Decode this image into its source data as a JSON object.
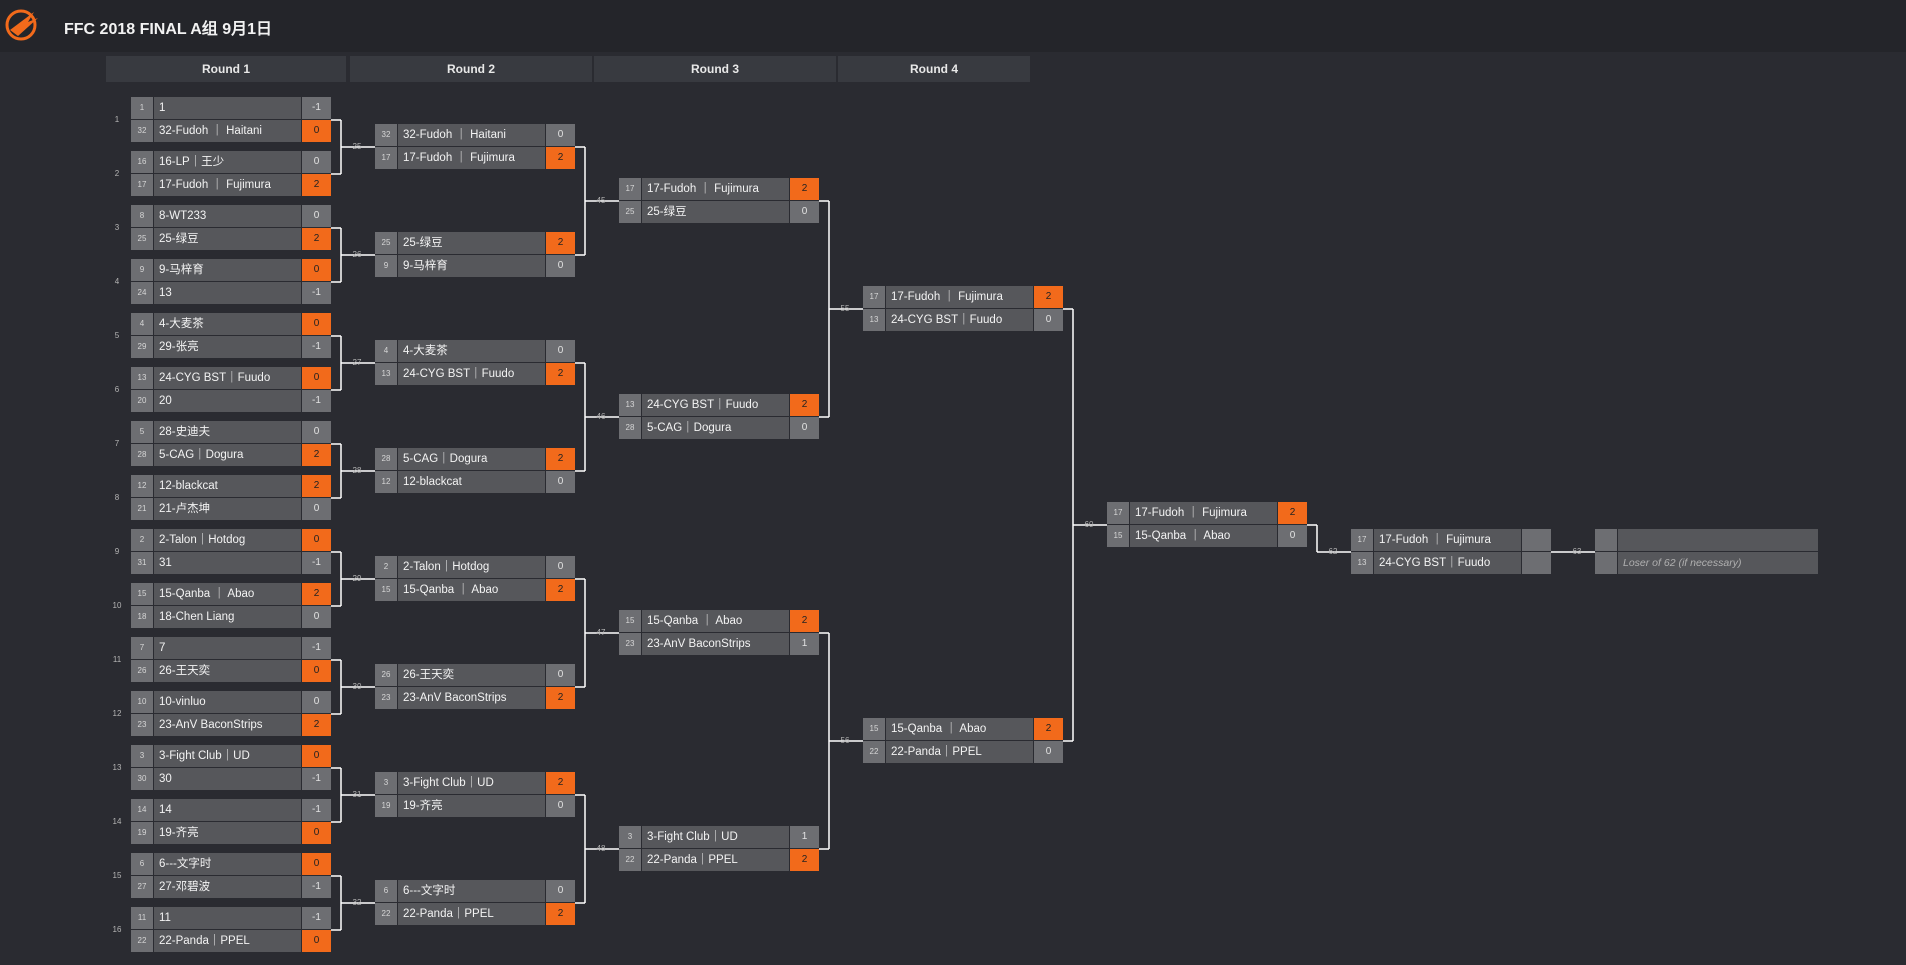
{
  "header": {
    "title": "FFC 2018 FINAL A组 9月1日"
  },
  "rounds": [
    "Round 1",
    "Round 2",
    "Round 3",
    "Round 4"
  ],
  "matches": {
    "m1": {
      "num": "1",
      "rows": [
        {
          "seed": "1",
          "name": "1",
          "score": "-1",
          "win": false
        },
        {
          "seed": "32",
          "name": "32-Fudoh ｜ Haitani",
          "score": "0",
          "win": true
        }
      ]
    },
    "m2": {
      "num": "2",
      "rows": [
        {
          "seed": "16",
          "name": "16-LP｜王少",
          "score": "0",
          "win": false
        },
        {
          "seed": "17",
          "name": "17-Fudoh ｜ Fujimura",
          "score": "2",
          "win": true
        }
      ]
    },
    "m3": {
      "num": "3",
      "rows": [
        {
          "seed": "8",
          "name": "8-WT233",
          "score": "0",
          "win": false
        },
        {
          "seed": "25",
          "name": "25-绿豆",
          "score": "2",
          "win": true
        }
      ]
    },
    "m4": {
      "num": "4",
      "rows": [
        {
          "seed": "9",
          "name": "9-马梓育",
          "score": "0",
          "win": true
        },
        {
          "seed": "24",
          "name": "13",
          "score": "-1",
          "win": false
        }
      ]
    },
    "m5": {
      "num": "5",
      "rows": [
        {
          "seed": "4",
          "name": "4-大麦茶",
          "score": "0",
          "win": true
        },
        {
          "seed": "29",
          "name": "29-张亮",
          "score": "-1",
          "win": false
        }
      ]
    },
    "m6": {
      "num": "6",
      "rows": [
        {
          "seed": "13",
          "name": "24-CYG BST｜Fuudo",
          "score": "0",
          "win": true
        },
        {
          "seed": "20",
          "name": "20",
          "score": "-1",
          "win": false
        }
      ]
    },
    "m7": {
      "num": "7",
      "rows": [
        {
          "seed": "5",
          "name": "28-史迪夫",
          "score": "0",
          "win": false
        },
        {
          "seed": "28",
          "name": "5-CAG｜Dogura",
          "score": "2",
          "win": true
        }
      ]
    },
    "m8": {
      "num": "8",
      "rows": [
        {
          "seed": "12",
          "name": "12-blackcat",
          "score": "2",
          "win": true
        },
        {
          "seed": "21",
          "name": "21-卢杰坤",
          "score": "0",
          "win": false
        }
      ]
    },
    "m9": {
      "num": "9",
      "rows": [
        {
          "seed": "2",
          "name": "2-Talon｜Hotdog",
          "score": "0",
          "win": true
        },
        {
          "seed": "31",
          "name": "31",
          "score": "-1",
          "win": false
        }
      ]
    },
    "m10": {
      "num": "10",
      "rows": [
        {
          "seed": "15",
          "name": "15-Qanba ｜ Abao",
          "score": "2",
          "win": true
        },
        {
          "seed": "18",
          "name": "18-Chen Liang",
          "score": "0",
          "win": false
        }
      ]
    },
    "m11": {
      "num": "11",
      "rows": [
        {
          "seed": "7",
          "name": "7",
          "score": "-1",
          "win": false
        },
        {
          "seed": "26",
          "name": "26-王天奕",
          "score": "0",
          "win": true
        }
      ]
    },
    "m12": {
      "num": "12",
      "rows": [
        {
          "seed": "10",
          "name": "10-vinluo",
          "score": "0",
          "win": false
        },
        {
          "seed": "23",
          "name": "23-AnV BaconStrips",
          "score": "2",
          "win": true
        }
      ]
    },
    "m13": {
      "num": "13",
      "rows": [
        {
          "seed": "3",
          "name": "3-Fight Club｜UD",
          "score": "0",
          "win": true
        },
        {
          "seed": "30",
          "name": "30",
          "score": "-1",
          "win": false
        }
      ]
    },
    "m14": {
      "num": "14",
      "rows": [
        {
          "seed": "14",
          "name": "14",
          "score": "-1",
          "win": false
        },
        {
          "seed": "19",
          "name": "19-齐亮",
          "score": "0",
          "win": true
        }
      ]
    },
    "m15": {
      "num": "15",
      "rows": [
        {
          "seed": "6",
          "name": "6---文字时",
          "score": "0",
          "win": true
        },
        {
          "seed": "27",
          "name": "27-邓碧波",
          "score": "-1",
          "win": false
        }
      ]
    },
    "m16": {
      "num": "16",
      "rows": [
        {
          "seed": "11",
          "name": "11",
          "score": "-1",
          "win": false
        },
        {
          "seed": "22",
          "name": "22-Panda｜PPEL",
          "score": "0",
          "win": true
        }
      ]
    },
    "m25": {
      "num": "25",
      "rows": [
        {
          "seed": "32",
          "name": "32-Fudoh ｜ Haitani",
          "score": "0",
          "win": false
        },
        {
          "seed": "17",
          "name": "17-Fudoh ｜ Fujimura",
          "score": "2",
          "win": true
        }
      ]
    },
    "m26": {
      "num": "26",
      "rows": [
        {
          "seed": "25",
          "name": "25-绿豆",
          "score": "2",
          "win": true
        },
        {
          "seed": "9",
          "name": "9-马梓育",
          "score": "0",
          "win": false
        }
      ]
    },
    "m27": {
      "num": "27",
      "rows": [
        {
          "seed": "4",
          "name": "4-大麦茶",
          "score": "0",
          "win": false
        },
        {
          "seed": "13",
          "name": "24-CYG BST｜Fuudo",
          "score": "2",
          "win": true
        }
      ]
    },
    "m28": {
      "num": "28",
      "rows": [
        {
          "seed": "28",
          "name": "5-CAG｜Dogura",
          "score": "2",
          "win": true
        },
        {
          "seed": "12",
          "name": "12-blackcat",
          "score": "0",
          "win": false
        }
      ]
    },
    "m29": {
      "num": "29",
      "rows": [
        {
          "seed": "2",
          "name": "2-Talon｜Hotdog",
          "score": "0",
          "win": false
        },
        {
          "seed": "15",
          "name": "15-Qanba ｜ Abao",
          "score": "2",
          "win": true
        }
      ]
    },
    "m30": {
      "num": "30",
      "rows": [
        {
          "seed": "26",
          "name": "26-王天奕",
          "score": "0",
          "win": false
        },
        {
          "seed": "23",
          "name": "23-AnV BaconStrips",
          "score": "2",
          "win": true
        }
      ]
    },
    "m31": {
      "num": "31",
      "rows": [
        {
          "seed": "3",
          "name": "3-Fight Club｜UD",
          "score": "2",
          "win": true
        },
        {
          "seed": "19",
          "name": "19-齐亮",
          "score": "0",
          "win": false
        }
      ]
    },
    "m32": {
      "num": "32",
      "rows": [
        {
          "seed": "6",
          "name": "6---文字时",
          "score": "0",
          "win": false
        },
        {
          "seed": "22",
          "name": "22-Panda｜PPEL",
          "score": "2",
          "win": true
        }
      ]
    },
    "m45": {
      "num": "45",
      "rows": [
        {
          "seed": "17",
          "name": "17-Fudoh ｜ Fujimura",
          "score": "2",
          "win": true
        },
        {
          "seed": "25",
          "name": "25-绿豆",
          "score": "0",
          "win": false
        }
      ]
    },
    "m46": {
      "num": "46",
      "rows": [
        {
          "seed": "13",
          "name": "24-CYG BST｜Fuudo",
          "score": "2",
          "win": true
        },
        {
          "seed": "28",
          "name": "5-CAG｜Dogura",
          "score": "0",
          "win": false
        }
      ]
    },
    "m47": {
      "num": "47",
      "rows": [
        {
          "seed": "15",
          "name": "15-Qanba ｜ Abao",
          "score": "2",
          "win": true
        },
        {
          "seed": "23",
          "name": "23-AnV BaconStrips",
          "score": "1",
          "win": false
        }
      ]
    },
    "m48": {
      "num": "48",
      "rows": [
        {
          "seed": "3",
          "name": "3-Fight Club｜UD",
          "score": "1",
          "win": false
        },
        {
          "seed": "22",
          "name": "22-Panda｜PPEL",
          "score": "2",
          "win": true
        }
      ]
    },
    "m55": {
      "num": "55",
      "rows": [
        {
          "seed": "17",
          "name": "17-Fudoh ｜ Fujimura",
          "score": "2",
          "win": true
        },
        {
          "seed": "13",
          "name": "24-CYG BST｜Fuudo",
          "score": "0",
          "win": false
        }
      ]
    },
    "m56": {
      "num": "56",
      "rows": [
        {
          "seed": "15",
          "name": "15-Qanba ｜ Abao",
          "score": "2",
          "win": true
        },
        {
          "seed": "22",
          "name": "22-Panda｜PPEL",
          "score": "0",
          "win": false
        }
      ]
    },
    "m60": {
      "num": "60",
      "rows": [
        {
          "seed": "17",
          "name": "17-Fudoh ｜ Fujimura",
          "score": "2",
          "win": true
        },
        {
          "seed": "15",
          "name": "15-Qanba ｜ Abao",
          "score": "0",
          "win": false
        }
      ]
    },
    "m62": {
      "num": "62",
      "rows": [
        {
          "seed": "17",
          "name": "17-Fudoh ｜ Fujimura",
          "score": "",
          "win": false
        },
        {
          "seed": "13",
          "name": "24-CYG BST｜Fuudo",
          "score": "",
          "win": false
        }
      ]
    },
    "m63": {
      "num": "63",
      "rows": [
        {
          "seed": "",
          "name": "",
          "score": "",
          "win": false
        },
        {
          "seed": "",
          "name": "Loser of 62 (if necessary)",
          "score": "",
          "win": false
        }
      ]
    }
  },
  "colors": {
    "background": "#2a2b31",
    "win": "#f26a1b",
    "name_cell": "#56575b",
    "seed_cell": "#6d6e72"
  },
  "icons": {
    "logo": "ffc-logo-icon"
  }
}
